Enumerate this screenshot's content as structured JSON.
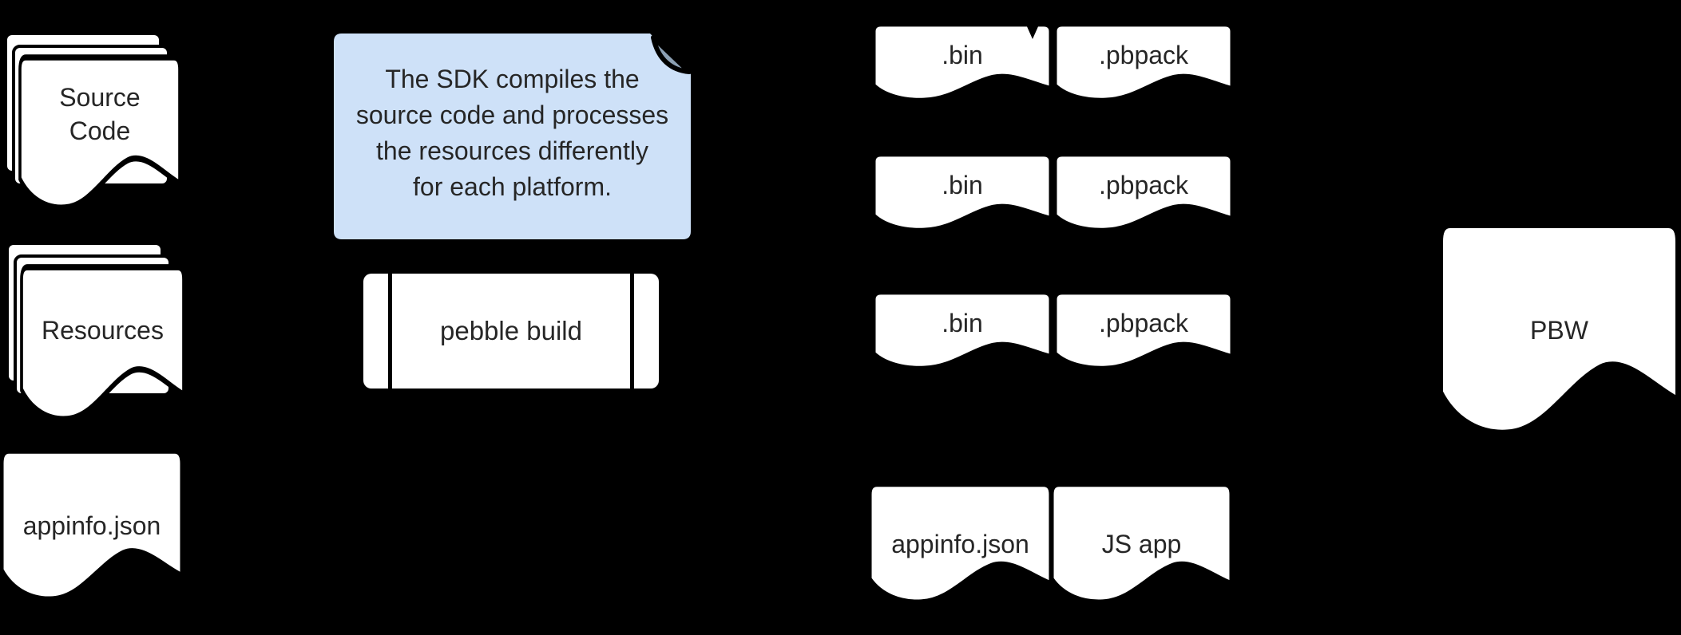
{
  "colors": {
    "bg": "#000000",
    "doc_fill": "#ffffff",
    "shape_stroke": "#000000",
    "note_fill": "#cee1f8",
    "note_fold": "#8da1b4",
    "text": "#262626"
  },
  "inputs": {
    "source_code": {
      "label": "Source Code"
    },
    "resources": {
      "label": "Resources"
    },
    "appinfo": {
      "label": "appinfo.json"
    }
  },
  "note": {
    "lines": [
      "The SDK compiles the",
      "source code and processes",
      "the resources differently",
      "for each platform."
    ]
  },
  "process": {
    "label": "pebble build"
  },
  "outputs": {
    "platform_rows": [
      {
        "bin": ".bin",
        "pack": ".pbpack"
      },
      {
        "bin": ".bin",
        "pack": ".pbpack"
      },
      {
        "bin": ".bin",
        "pack": ".pbpack"
      }
    ],
    "js_row": {
      "appinfo": "appinfo.json",
      "jsapp": "JS app"
    }
  },
  "result": {
    "label": "PBW"
  }
}
